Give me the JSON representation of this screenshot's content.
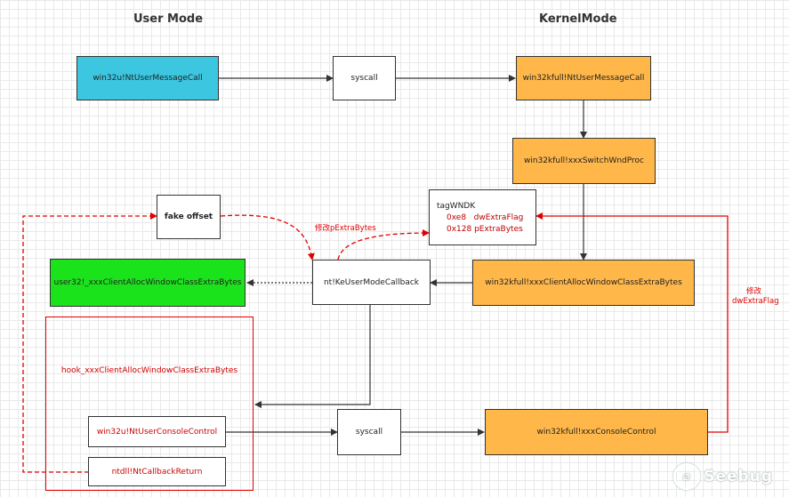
{
  "headers": {
    "user": "User  Mode",
    "kernel": "KernelMode"
  },
  "nodes": {
    "user_ntusermessagecall": "win32u!NtUserMessageCall",
    "syscall_top": "syscall",
    "kernel_ntusermessagecall": "win32kfull!NtUserMessageCall",
    "xxxswitchwndproc": "win32kfull!xxxSwitchWndProc",
    "fake_offset": "fake offset",
    "tagwndk_title": "tagWNDK",
    "tagwndk_line1": "0xe8   dwExtraFlag",
    "tagwndk_line2": "0x128 pExtraBytes",
    "user32_clientalloc": "user32!_xxxClientAllocWindowClassExtraBytes",
    "kecallback": "nt!KeUserModeCallback",
    "kernel_clientalloc": "win32kfull!xxxClientAllocWindowClassExtraBytes",
    "hook": "hook_xxxClientAllocWindowClassExtraBytes",
    "consolecontrol_user": "win32u!NtUserConsoleControl",
    "syscall_bottom": "syscall",
    "consolecontrol_kernel": "win32kfull!xxxConsoleControl",
    "ntcallbackreturn": "ntdll!NtCallbackReturn"
  },
  "edge_labels": {
    "modify_pextrabytes": "修改pExtraBytes",
    "modify_dwextraflag_1": "修改",
    "modify_dwextraflag_2": "dwExtraFlag"
  },
  "colors": {
    "cyan": "#3cc6e0",
    "orange": "#ffb74a",
    "green": "#1be31b",
    "red": "#e00000"
  },
  "watermark": {
    "icon": "seebug-logo-icon",
    "text": "Seebug"
  }
}
